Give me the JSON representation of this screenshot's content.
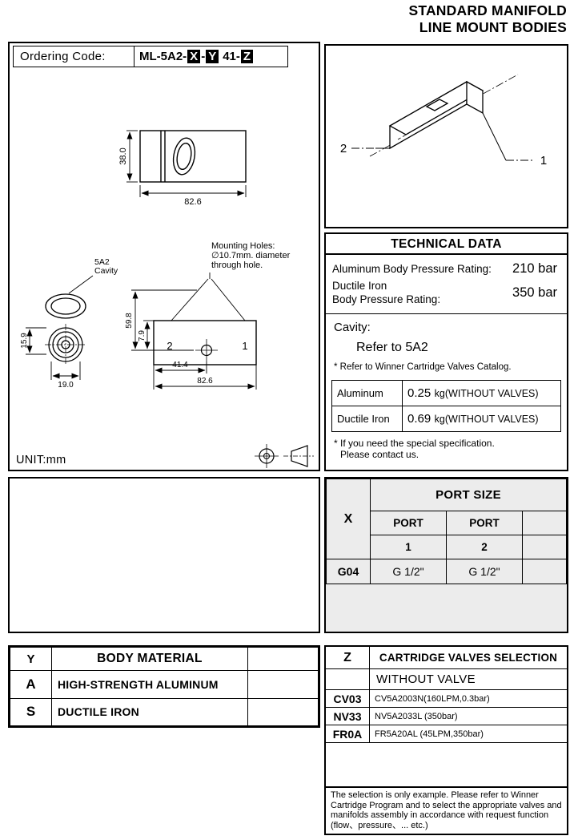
{
  "colors": {
    "panel_gray": "#ececec",
    "highlight_bg": "#000000",
    "highlight_fg": "#ffffff"
  },
  "header": {
    "title_line1": "STANDARD MANIFOLD",
    "title_line2": "LINE MOUNT BODIES"
  },
  "ordering": {
    "label": "Ordering Code:",
    "prefix": "ML-5A2-",
    "x": "X",
    "dash": "-",
    "y": "Y",
    "mid": "41-",
    "z": "Z"
  },
  "drawings": {
    "unit": "UNIT:mm",
    "top_view": {
      "height_dim": "38.0",
      "width_dim": "82.6"
    },
    "cavity_view": {
      "label_line1": "5A2",
      "label_line2": "Cavity",
      "height_dim": "15.9",
      "width_dim": "19.0"
    },
    "front_view": {
      "mounting_note_line1": "Mounting Holes:",
      "mounting_note_line2": "∅10.7mm. diameter",
      "mounting_note_line3": "through hole.",
      "height_dim": "59.8",
      "hole_offset_dim": "7.9",
      "hole_x_dim": "41.4",
      "width_dim": "82.6",
      "port2": "2",
      "port1": "1"
    },
    "iso_view": {
      "port2": "2",
      "port1": "1"
    }
  },
  "technical_data": {
    "title": "TECHNICAL DATA",
    "aluminum_rating_label": "Aluminum Body Pressure Rating:",
    "aluminum_rating_value": "210 bar",
    "ductile_rating_label_line1": "Ductile Iron",
    "ductile_rating_label_line2": "Body Pressure Rating:",
    "ductile_rating_value": "350 bar",
    "cavity_label": "Cavity:",
    "cavity_value": "Refer to 5A2",
    "cavity_note": "* Refer to Winner Cartridge Valves Catalog.",
    "weights": [
      {
        "material": "Aluminum",
        "value": "0.25",
        "unit": "kg(WITHOUT VALVES)"
      },
      {
        "material": "Ductile Iron",
        "value": "0.69",
        "unit": "kg(WITHOUT VALVES)"
      }
    ],
    "footnote_line1": "* If you need the special specification.",
    "footnote_line2": "Please contact us."
  },
  "port_size": {
    "title": "PORT SIZE",
    "x_label": "X",
    "port_label_1": "PORT",
    "port_label_2": "PORT",
    "port_num_1": "1",
    "port_num_2": "2",
    "rows": [
      {
        "code": "G04",
        "port1": "G 1/2\"",
        "port2": "G 1/2\""
      }
    ]
  },
  "body_material": {
    "y_label": "Y",
    "title": "BODY MATERIAL",
    "rows": [
      {
        "code": "A",
        "label": "HIGH-STRENGTH ALUMINUM"
      },
      {
        "code": "S",
        "label": "DUCTILE IRON"
      }
    ]
  },
  "cartridge": {
    "z_label": "Z",
    "title": "CARTRIDGE VALVES SELECTION",
    "no_valve": "WITHOUT VALVE",
    "rows": [
      {
        "code": "CV03",
        "desc": "CV5A2003N(160LPM,0.3bar)"
      },
      {
        "code": "NV33",
        "desc": "NV5A2033L (350bar)"
      },
      {
        "code": "FR0A",
        "desc": "FR5A20AL (45LPM,350bar)"
      }
    ],
    "note": "The selection is only example. Please refer to Winner Cartridge Program and to select the appropriate valves and manifolds assembly in accordance with request function (flow、pressure、... etc.)"
  }
}
